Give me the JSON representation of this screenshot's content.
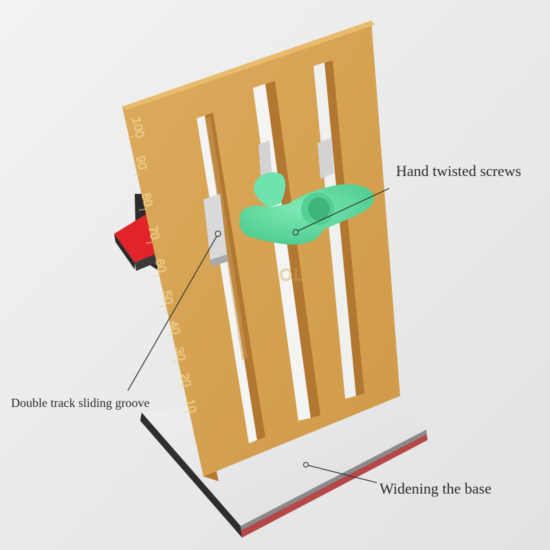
{
  "callouts": {
    "screws": "Hand twisted screws",
    "groove": "Double track sliding groove",
    "base": "Widening the base"
  },
  "watermark": "LTOOLS",
  "ruler": [
    "100",
    "90",
    "80",
    "70",
    "60",
    "50",
    "40",
    "30",
    "20",
    "10"
  ],
  "colors": {
    "background": "#ececec",
    "wood": "#d7a453",
    "knob": "#5fdba0",
    "base": "#e6e6e8",
    "accent_red": "#e0242a"
  }
}
